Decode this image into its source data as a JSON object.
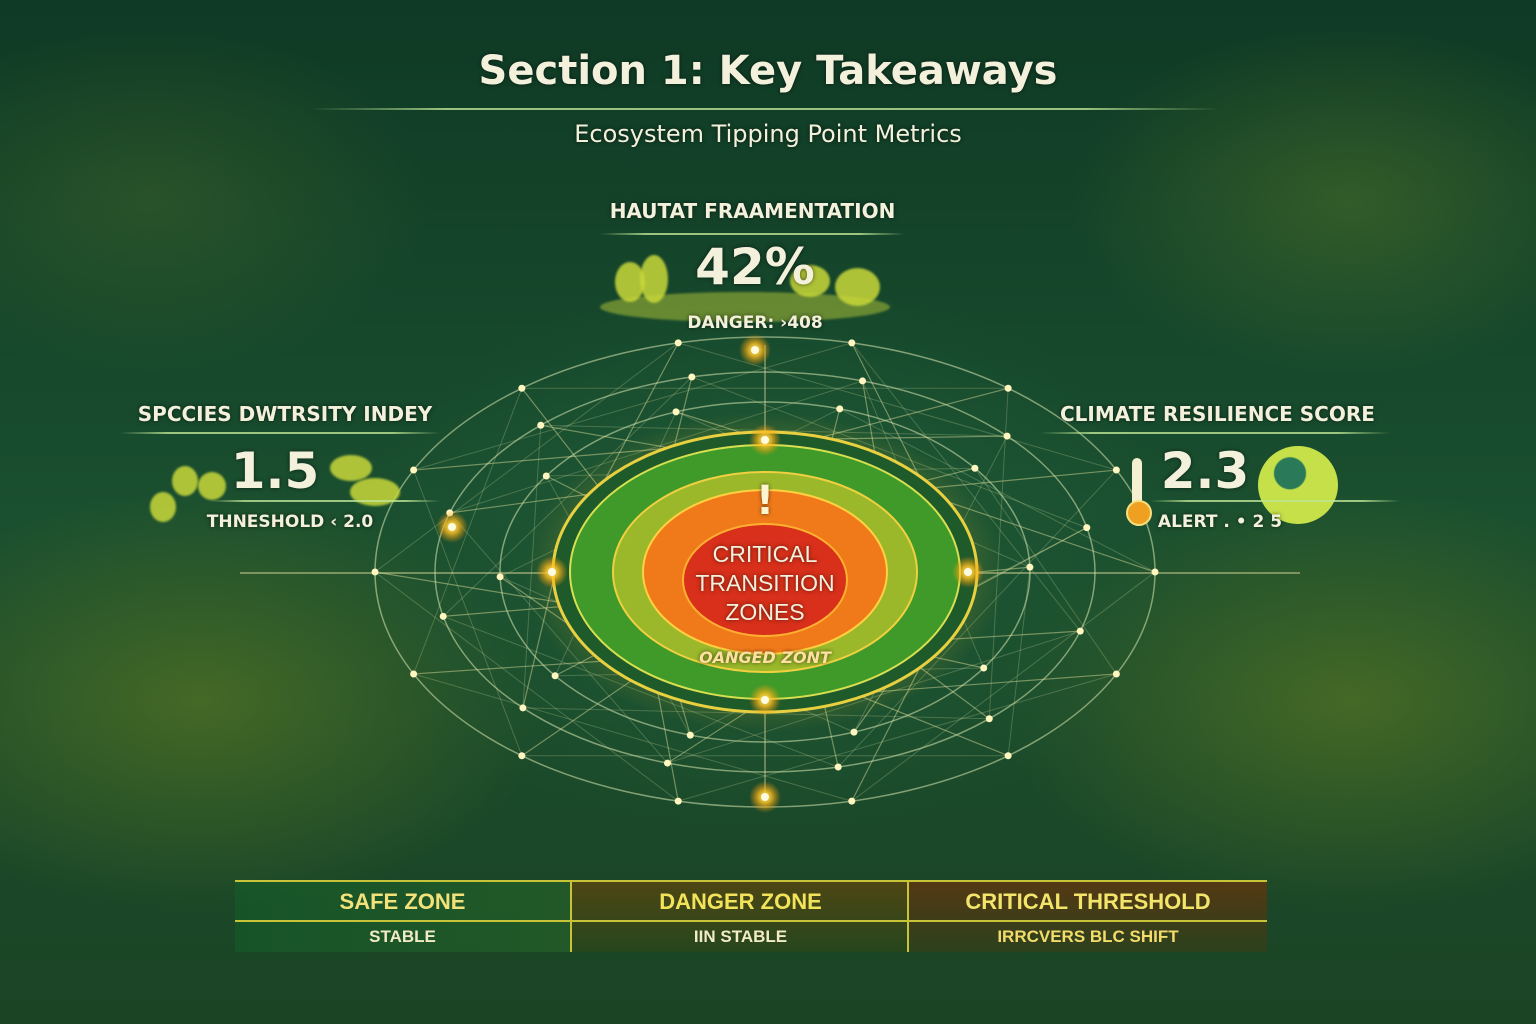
{
  "header": {
    "title": "Section 1: Key Takeaways",
    "subtitle": "Ecosystem Tipping Point Metrics"
  },
  "metrics": {
    "habitat": {
      "label": "HAUTAT FRAAMENTATION",
      "value": "42%",
      "threshold": "DANGER: ›408",
      "icon": "trees-icon"
    },
    "species": {
      "label": "SPCCIES DWTRSITY INDEY",
      "value": "1.5",
      "threshold": "THNESHOLD ‹ 2.0",
      "icon": "butterfly-icon"
    },
    "climate": {
      "label": "CLIMATE RESILIENCE SCORE",
      "value": "2.3",
      "threshold": "ALERT . • 2 5",
      "icon": "thermometer-globe-icon"
    }
  },
  "center": {
    "title_lines": [
      "CRITICAL",
      "TRANSITION",
      "ZONES"
    ],
    "ring_label": "OANGED ZONT",
    "icon": "exclamation-icon"
  },
  "zones": [
    {
      "title": "SAFE ZONE",
      "status": "STABLE",
      "color": "#f3e27a"
    },
    {
      "title": "DANGER ZONE",
      "status": "IIN STABLE",
      "color": "#f2e35a"
    },
    {
      "title": "CRITICAL THRESHOLD",
      "status": "IRRCVERS BLC SHIFT",
      "color": "#f3e56a"
    }
  ],
  "colors": {
    "background": "#1a4f2f",
    "safe": "#3f9a2a",
    "danger": "#f07a1a",
    "critical": "#d8301a",
    "node": "#ffd84a"
  }
}
